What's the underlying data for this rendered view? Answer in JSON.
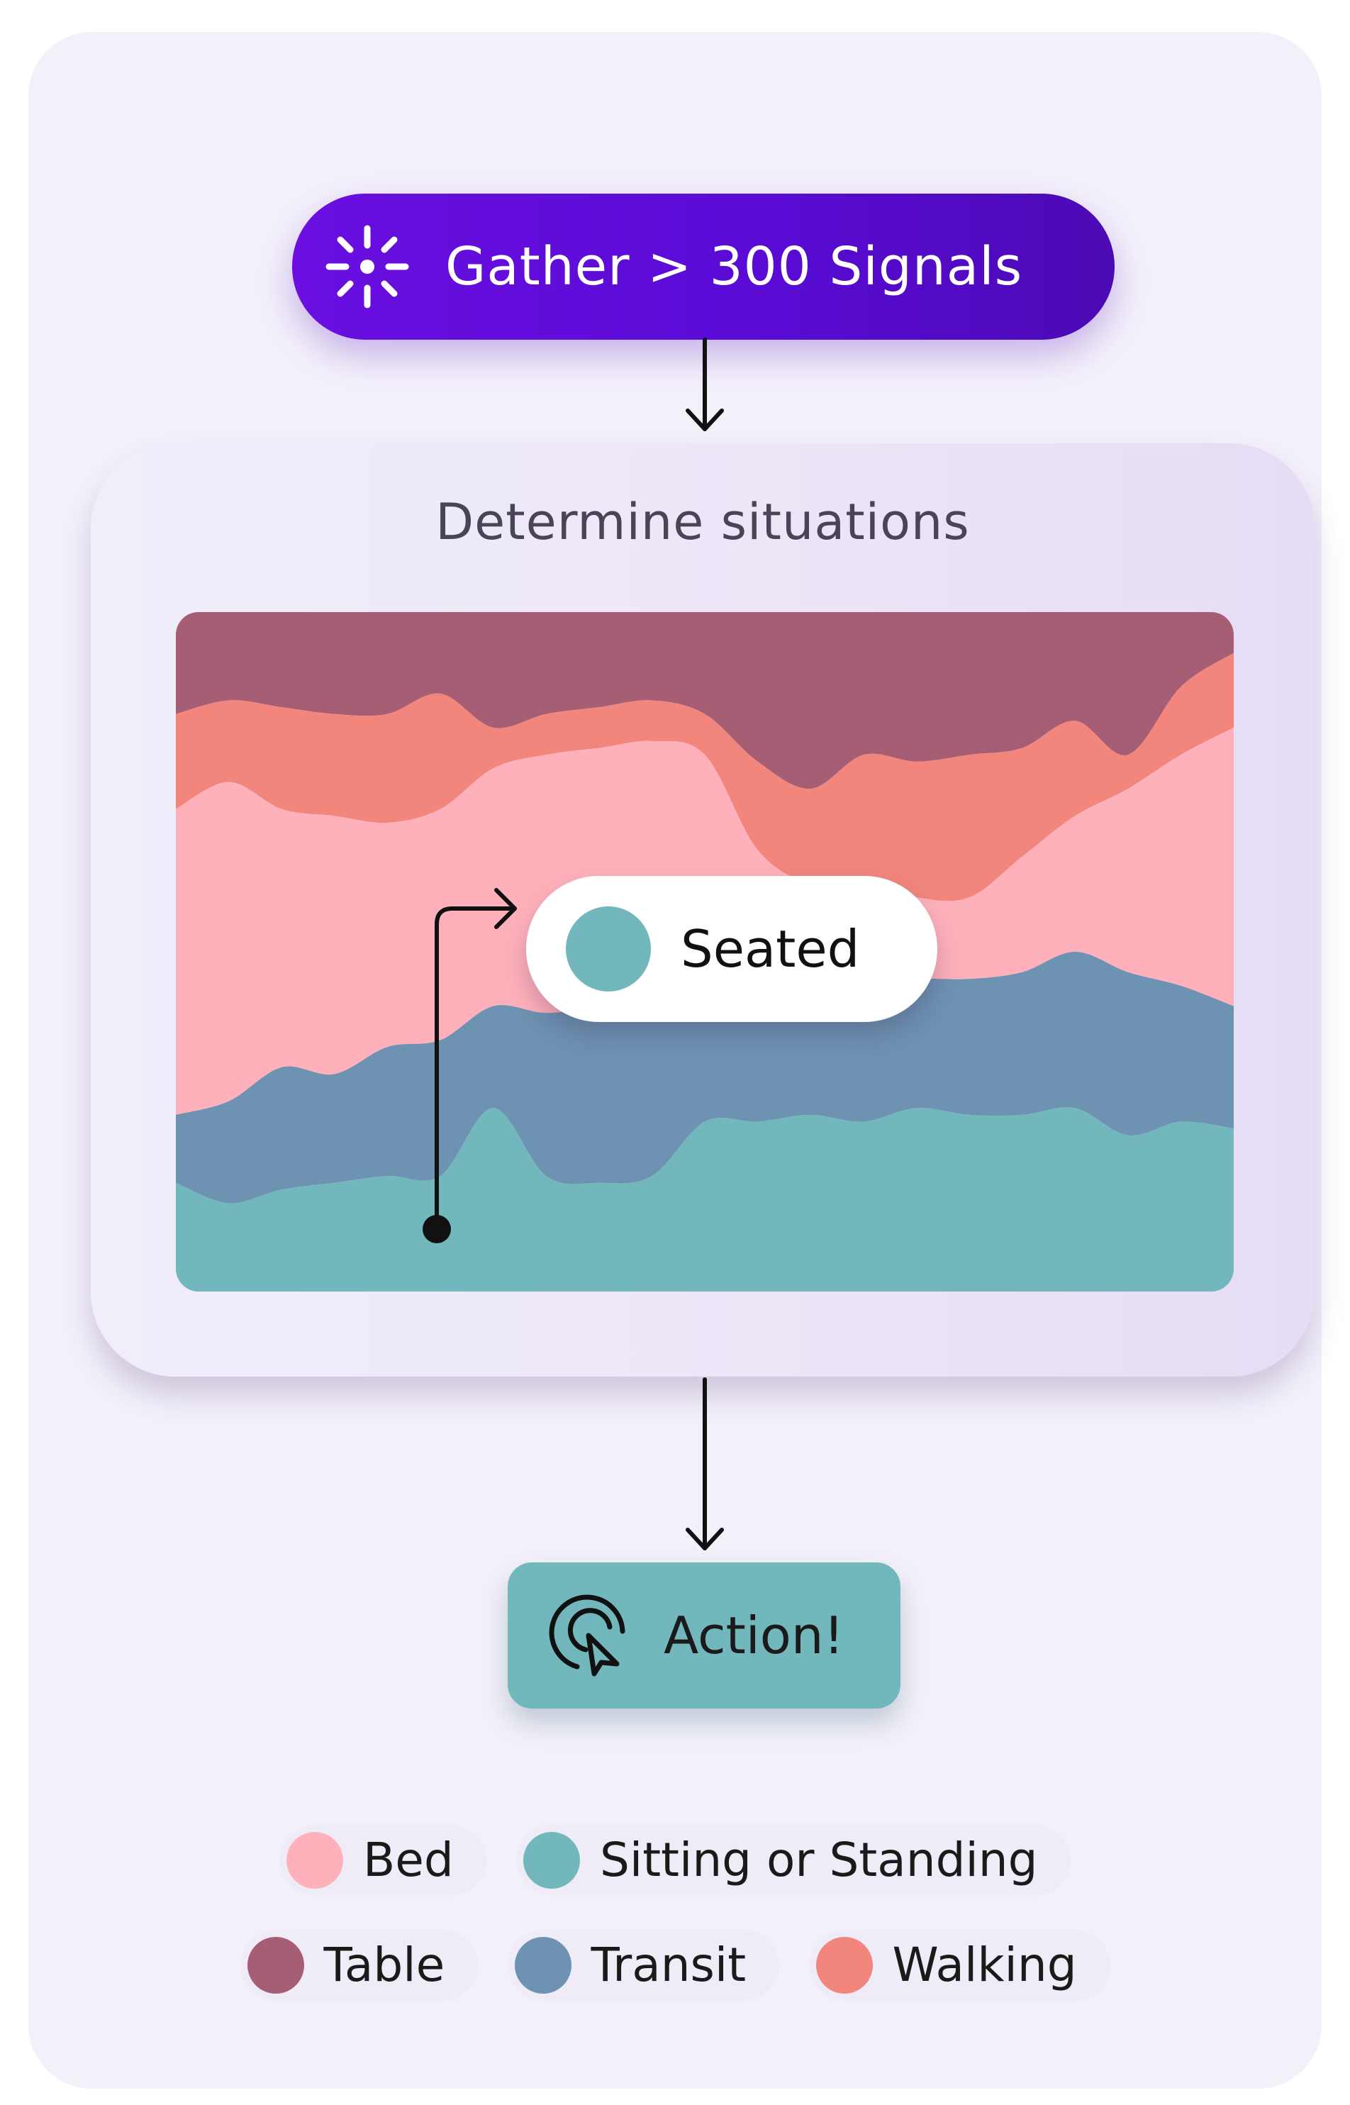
{
  "gather": {
    "label": "Gather > 300 Signals",
    "icon": "signals-burst-icon"
  },
  "situations": {
    "title": "Determine situations"
  },
  "seated": {
    "label": "Seated",
    "color": "#72b7bc"
  },
  "action": {
    "label": "Action!",
    "icon": "cursor-click-icon"
  },
  "legend": {
    "items": [
      {
        "label": "Bed",
        "color": "#ffb1bb"
      },
      {
        "label": "Sitting or Standing",
        "color": "#72b7bc"
      },
      {
        "label": "Table",
        "color": "#a65e74"
      },
      {
        "label": "Transit",
        "color": "#6e92b2"
      },
      {
        "label": "Walking",
        "color": "#f2867d"
      }
    ]
  },
  "chart_data": {
    "type": "area",
    "stacked": true,
    "title": "",
    "xlabel": "",
    "ylabel": "",
    "series_order_bottom_to_top": [
      "Sitting or Standing",
      "Transit",
      "Bed",
      "Walking",
      "Table"
    ],
    "x": [
      0,
      5,
      10,
      15,
      20,
      25,
      30,
      35,
      40,
      45,
      50,
      55,
      60,
      65,
      70,
      75,
      80,
      85,
      90,
      95,
      100
    ],
    "series": [
      {
        "name": "Sitting or Standing",
        "color": "#72b7bc",
        "values": [
          16,
          13,
          15,
          16,
          17,
          17,
          27,
          17,
          16,
          17,
          25,
          25,
          26,
          25,
          27,
          26,
          26,
          27,
          23,
          25,
          24
        ]
      },
      {
        "name": "Transit",
        "color": "#6e92b2",
        "values": [
          10,
          15,
          18,
          16,
          19,
          20,
          15,
          24,
          26,
          26,
          20,
          20,
          19,
          20,
          19,
          20,
          21,
          23,
          24,
          20,
          18
        ]
      },
      {
        "name": "Bed",
        "color": "#ffb1bb",
        "values": [
          45,
          47,
          38,
          38,
          33,
          34,
          35,
          38,
          38,
          38,
          34,
          20,
          15,
          15,
          12,
          12,
          17,
          20,
          27,
          34,
          41
        ]
      },
      {
        "name": "Walking",
        "color": "#f2867d",
        "values": [
          14,
          12,
          15,
          15,
          16,
          17,
          6,
          6,
          6,
          6,
          6,
          13,
          14,
          19,
          20,
          21,
          16,
          14,
          5,
          10,
          11
        ]
      },
      {
        "name": "Table",
        "color": "#a65e74",
        "values": [
          15,
          13,
          14,
          15,
          15,
          12,
          17,
          15,
          14,
          13,
          15,
          22,
          26,
          21,
          22,
          21,
          20,
          16,
          21,
          11,
          6
        ]
      }
    ],
    "ylim": [
      0,
      100
    ],
    "grid": false,
    "legend": "bottom"
  }
}
